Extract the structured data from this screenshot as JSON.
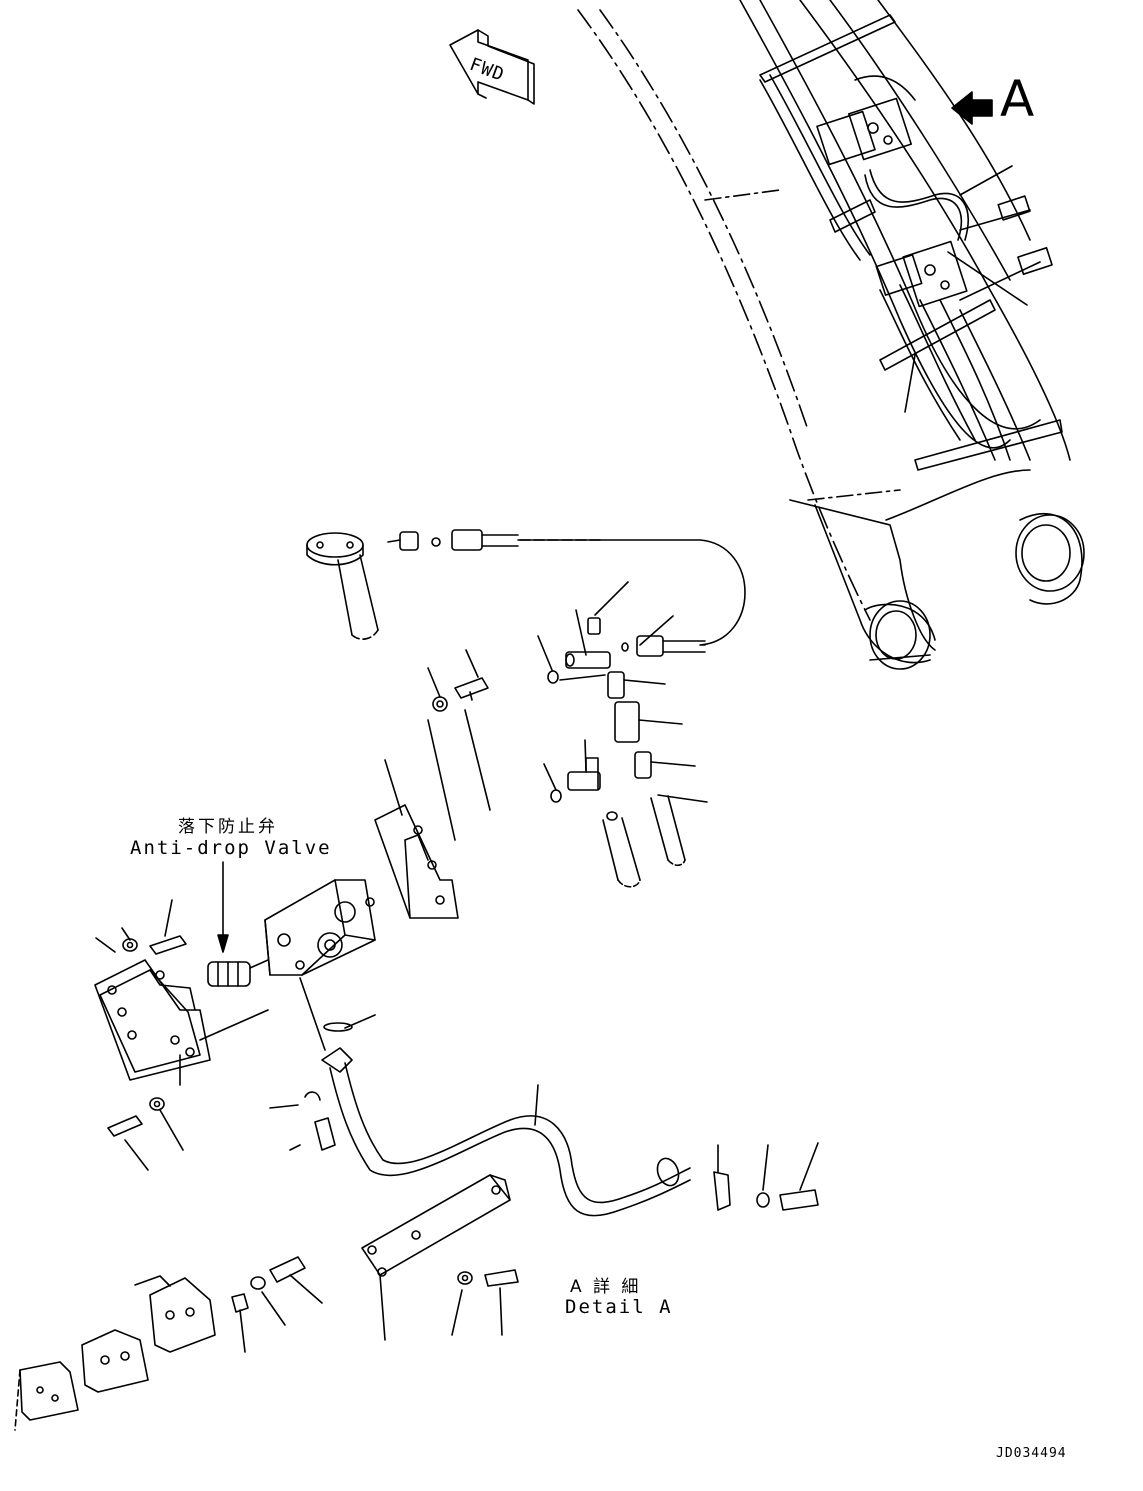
{
  "view_label": "A",
  "fwd_label": "FWD",
  "anti_drop": {
    "jp": "落下防止弁",
    "en": "Anti-drop Valve"
  },
  "detail": {
    "jp": "A 詳 細",
    "en": "Detail A"
  },
  "drawing_id": "JD034494"
}
